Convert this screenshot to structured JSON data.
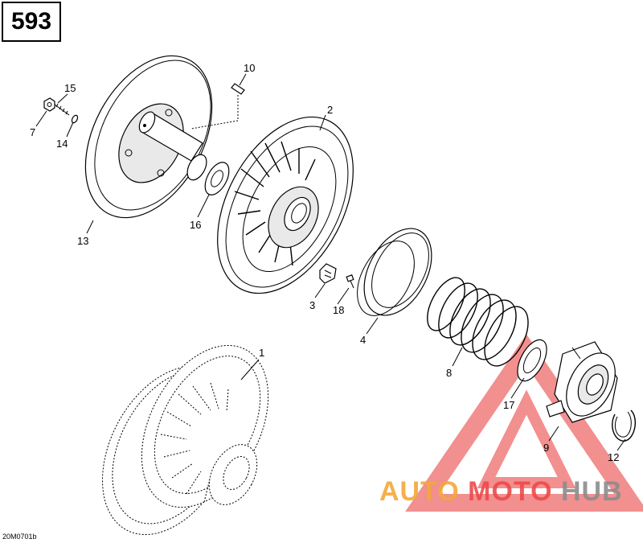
{
  "page_number": "593",
  "drawing_ref": "20M0701b",
  "callouts": {
    "c1": "1",
    "c2": "2",
    "c3": "3",
    "c4": "4",
    "c7": "7",
    "c8": "8",
    "c9": "9",
    "c10": "10",
    "c12": "12",
    "c13": "13",
    "c14": "14",
    "c15": "15",
    "c16": "16",
    "c17": "17",
    "c18": "18"
  },
  "watermark": {
    "word1": "AUTO",
    "word2": "MOTO",
    "word3": "HUB",
    "color_orange": "#f3a83a",
    "color_red": "#ee4a4a",
    "color_gray": "#8c8c8c"
  }
}
